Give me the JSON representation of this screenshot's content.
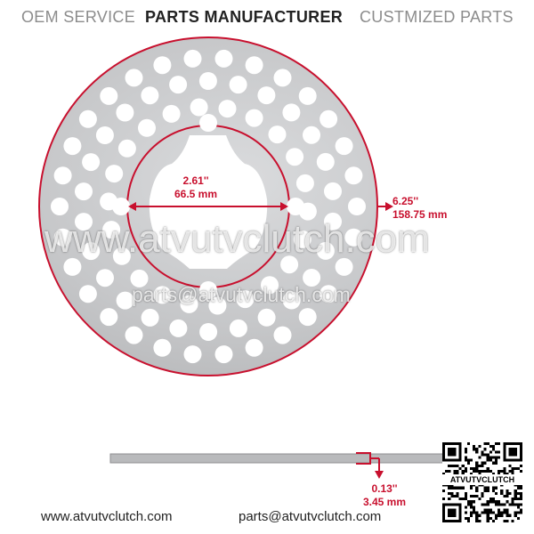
{
  "banner": {
    "left": "OEM SERVICE",
    "middle": "PARTS MANUFACTURER",
    "right": "CUSTMIZED PARTS"
  },
  "dimensions": {
    "inner_in": "2.61''",
    "inner_mm": "66.5 mm",
    "outer_in": "6.25''",
    "outer_mm": "158.75 mm",
    "thickness_in": "0.13''",
    "thickness_mm": "3.45 mm"
  },
  "watermark": {
    "site": "www.atvutvclutch.com",
    "email": "parts@atvutvclutch.com"
  },
  "qr": {
    "caption": "ATVUTVCLUTCH"
  },
  "footer": {
    "website": "www.atvutvclutch.com",
    "email": "parts@atvutvclutch.com"
  },
  "colors": {
    "accent": "#c8102e",
    "metal": "#c9cacc",
    "banner_gray": "#8c8c8c"
  }
}
